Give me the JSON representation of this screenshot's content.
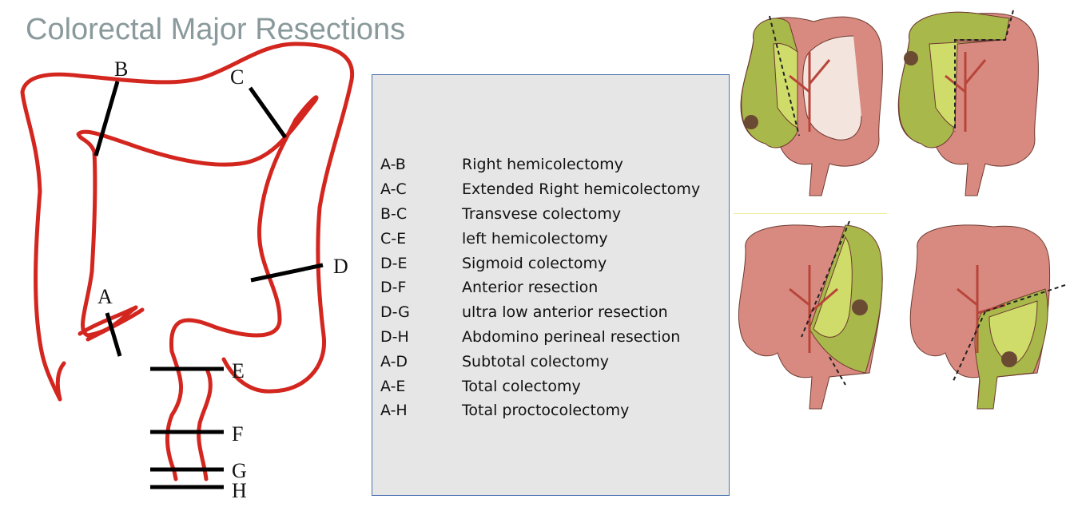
{
  "title": "Colorectal Major Resections",
  "diagram": {
    "cut_labels": [
      "A",
      "B",
      "C",
      "D",
      "E",
      "F",
      "G",
      "H"
    ]
  },
  "legend": [
    {
      "code": "A-B",
      "description": "Right hemicolectomy"
    },
    {
      "code": "A-C",
      "description": "Extended Right hemicolectomy"
    },
    {
      "code": "B-C",
      "description": "Transvese colectomy"
    },
    {
      "code": "C-E",
      "description": "left hemicolectomy"
    },
    {
      "code": "D-E",
      "description": "Sigmoid colectomy"
    },
    {
      "code": "D-F",
      "description": "Anterior resection"
    },
    {
      "code": "D-G",
      "description": "ultra low anterior resection"
    },
    {
      "code": "D-H",
      "description": "Abdomino perineal resection"
    },
    {
      "code": "A-D",
      "description": "Subtotal colectomy"
    },
    {
      "code": "A-E",
      "description": "Total colectomy"
    },
    {
      "code": "A-H",
      "description": "Total proctocolectomy"
    }
  ],
  "colors": {
    "colon_outline": "#d3261f",
    "cut_line": "#000000",
    "healthy_colon": "#d98a80",
    "resected_colon": "#a9b84a",
    "tumor": "#6b4a33",
    "legend_border": "#4a72b0",
    "legend_fill": "#e6e6e6"
  },
  "illustrations": [
    "right-hemicolectomy-illustration",
    "extended-right-hemicolectomy-illustration",
    "left-hemicolectomy-illustration",
    "sigmoid-colectomy-illustration"
  ]
}
